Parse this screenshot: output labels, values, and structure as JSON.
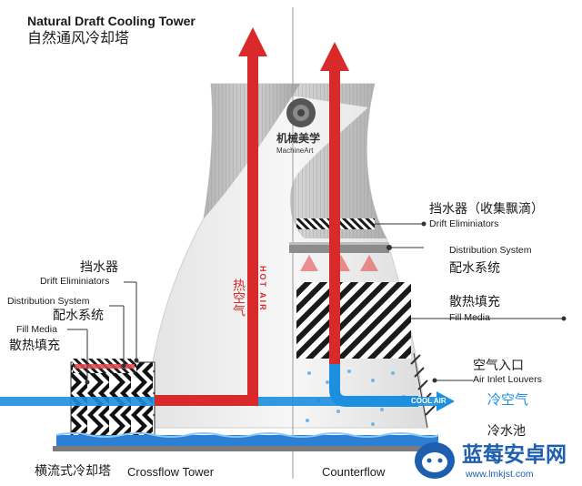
{
  "title": {
    "en": "Natural Draft Cooling Tower",
    "zh": "自然通风冷却塔"
  },
  "right_labels": {
    "drift_zh": "挡水器（收集飘滴）",
    "drift_en": "Drift Eliminiators",
    "distribution_en": "Distribution System",
    "distribution_zh": "配水系统",
    "fill_zh": "散热填充",
    "fill_en": "Fill Media",
    "air_inlet_zh": "空气入口",
    "air_inlet_en": "Air Inlet Louvers",
    "cool_air_en": "COOL AIR",
    "cool_air_zh": "冷空气",
    "cold_basin_zh": "冷水池"
  },
  "left_labels": {
    "drift_zh": "挡水器",
    "drift_en": "Drift Eliminiators",
    "distribution_en": "Distribution System",
    "distribution_zh": "配水系统",
    "fill_en": "Fill Media",
    "fill_zh": "散热填充"
  },
  "hot_air": {
    "zh": "热空气",
    "en": "HOT AIR"
  },
  "logo": {
    "zh": "机械美学",
    "en": "MachineArt"
  },
  "bottom": {
    "crossflow_zh": "横流式冷却塔",
    "crossflow_en": "Crossflow Tower",
    "counterflow_en": "Counterflow"
  },
  "watermark": {
    "main": "蓝莓安卓网",
    "url": "www.lmkjst.com"
  },
  "colors": {
    "hot": "#d82a2a",
    "cool": "#1c8fe0",
    "line": "#333333",
    "shell": "#f2f2f2",
    "water": "#2b7fd4"
  }
}
